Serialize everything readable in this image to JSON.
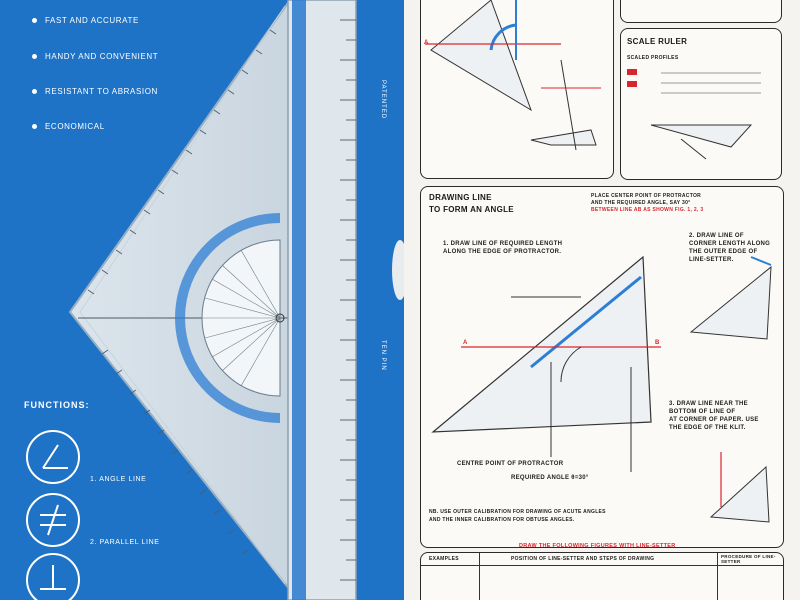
{
  "features": [
    "FAST AND ACCURATE",
    "HANDY AND CONVENIENT",
    "RESISTANT TO ABRASION",
    "ECONOMICAL"
  ],
  "functions": {
    "title": "FUNCTIONS:",
    "items": [
      "1. ANGLE LINE",
      "2. PARALLEL LINE"
    ]
  },
  "ruler": {
    "side_label_1": "PATENTED",
    "side_label_2": "TEN PIN"
  },
  "instructions": {
    "scale_ruler": {
      "title": "SCALE RULER",
      "subtitle": "SCALED PROFILES"
    },
    "drawing_line": {
      "title_1": "DRAWING LINE",
      "title_2": "TO FORM AN ANGLE",
      "place_1": "PLACE CENTER POINT OF PROTRACTOR",
      "place_2": "AND THE REQUIRED ANGLE, SAY 30°",
      "place_3": "BETWEEN LINE AB AS SHOWN FIG. 1, 2, 3",
      "step1_1": "1. DRAW LINE  OF REQUIRED LENGTH",
      "step1_2": "ALONG THE EDGE OF PROTRACTOR.",
      "step2_1": "2. DRAW LINE  OF",
      "step2_2": "CORNER LENGTH ALONG",
      "step2_3": "THE OUTER EDGE OF",
      "step2_4": "LINE-SETTER.",
      "step3_1": "3. DRAW LINE  NEAR THE",
      "step3_2": "BOTTOM OF LINE  OF",
      "step3_3": "AT CORNER OF PAPER. USE",
      "step3_4": "THE EDGE OF THE KLIT.",
      "centre": "CENTRE POINT OF PROTRACTOR",
      "required": "REQUIRED ANGLE θ=30°",
      "note_1": "NB. USE OUTER CALIBRATION FOR DRAWING OF ACUTE ANGLES",
      "note_2": "AND THE INNER CALIBRATION FOR OBTUSE ANGLES."
    },
    "bottom": {
      "title": "DRAW THE FOLLOWING FIGURES WITH LINE-SETTER",
      "col1": "EXAMPLES",
      "col2": "POSITION OF LINE-SETTER AND STEPS OF DRAWING",
      "col3": "PROCEDURE OF LINE-SETTER"
    },
    "letters": {
      "a": "A",
      "b": "B"
    }
  }
}
